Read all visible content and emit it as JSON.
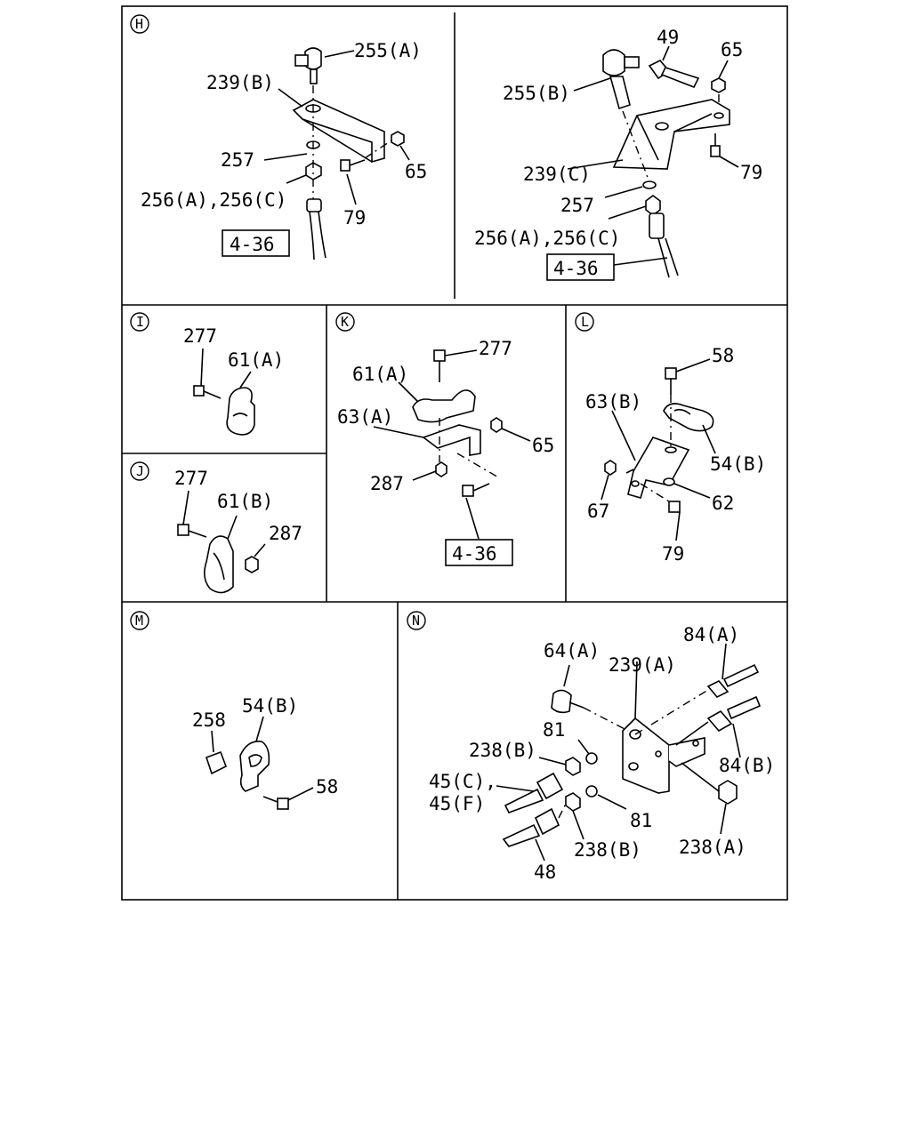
{
  "panels": {
    "H": {
      "marker": "H",
      "left": {
        "labels": {
          "p255a": "255(A)",
          "p239b": "239(B)",
          "p257": "257",
          "p256": "256(A),256(C)",
          "p65": "65",
          "p79": "79"
        },
        "ref": "4-36"
      },
      "right": {
        "labels": {
          "p49": "49",
          "p65": "65",
          "p255b": "255(B)",
          "p239c": "239(C)",
          "p79": "79",
          "p257": "257",
          "p256": "256(A),256(C)"
        },
        "ref": "4-36"
      }
    },
    "I": {
      "marker": "I",
      "labels": {
        "p277": "277",
        "p61a": "61(A)"
      }
    },
    "J": {
      "marker": "J",
      "labels": {
        "p277": "277",
        "p61b": "61(B)",
        "p287": "287"
      }
    },
    "K": {
      "marker": "K",
      "labels": {
        "p277": "277",
        "p61a": "61(A)",
        "p63a": "63(A)",
        "p65": "65",
        "p287": "287"
      },
      "ref": "4-36"
    },
    "L": {
      "marker": "L",
      "labels": {
        "p58": "58",
        "p63b": "63(B)",
        "p54b": "54(B)",
        "p62": "62",
        "p67": "67",
        "p79": "79"
      }
    },
    "M": {
      "marker": "M",
      "labels": {
        "p54b": "54(B)",
        "p258": "258",
        "p58": "58"
      }
    },
    "N": {
      "marker": "N",
      "labels": {
        "p84a": "84(A)",
        "p64a": "64(A)",
        "p239a": "239(A)",
        "p81a": "81",
        "p238b_top": "238(B)",
        "p84b": "84(B)",
        "p45c": "45(C),",
        "p45f": "45(F)",
        "p81b": "81",
        "p238b_bot": "238(B)",
        "p238a": "238(A)",
        "p48": "48"
      }
    }
  }
}
